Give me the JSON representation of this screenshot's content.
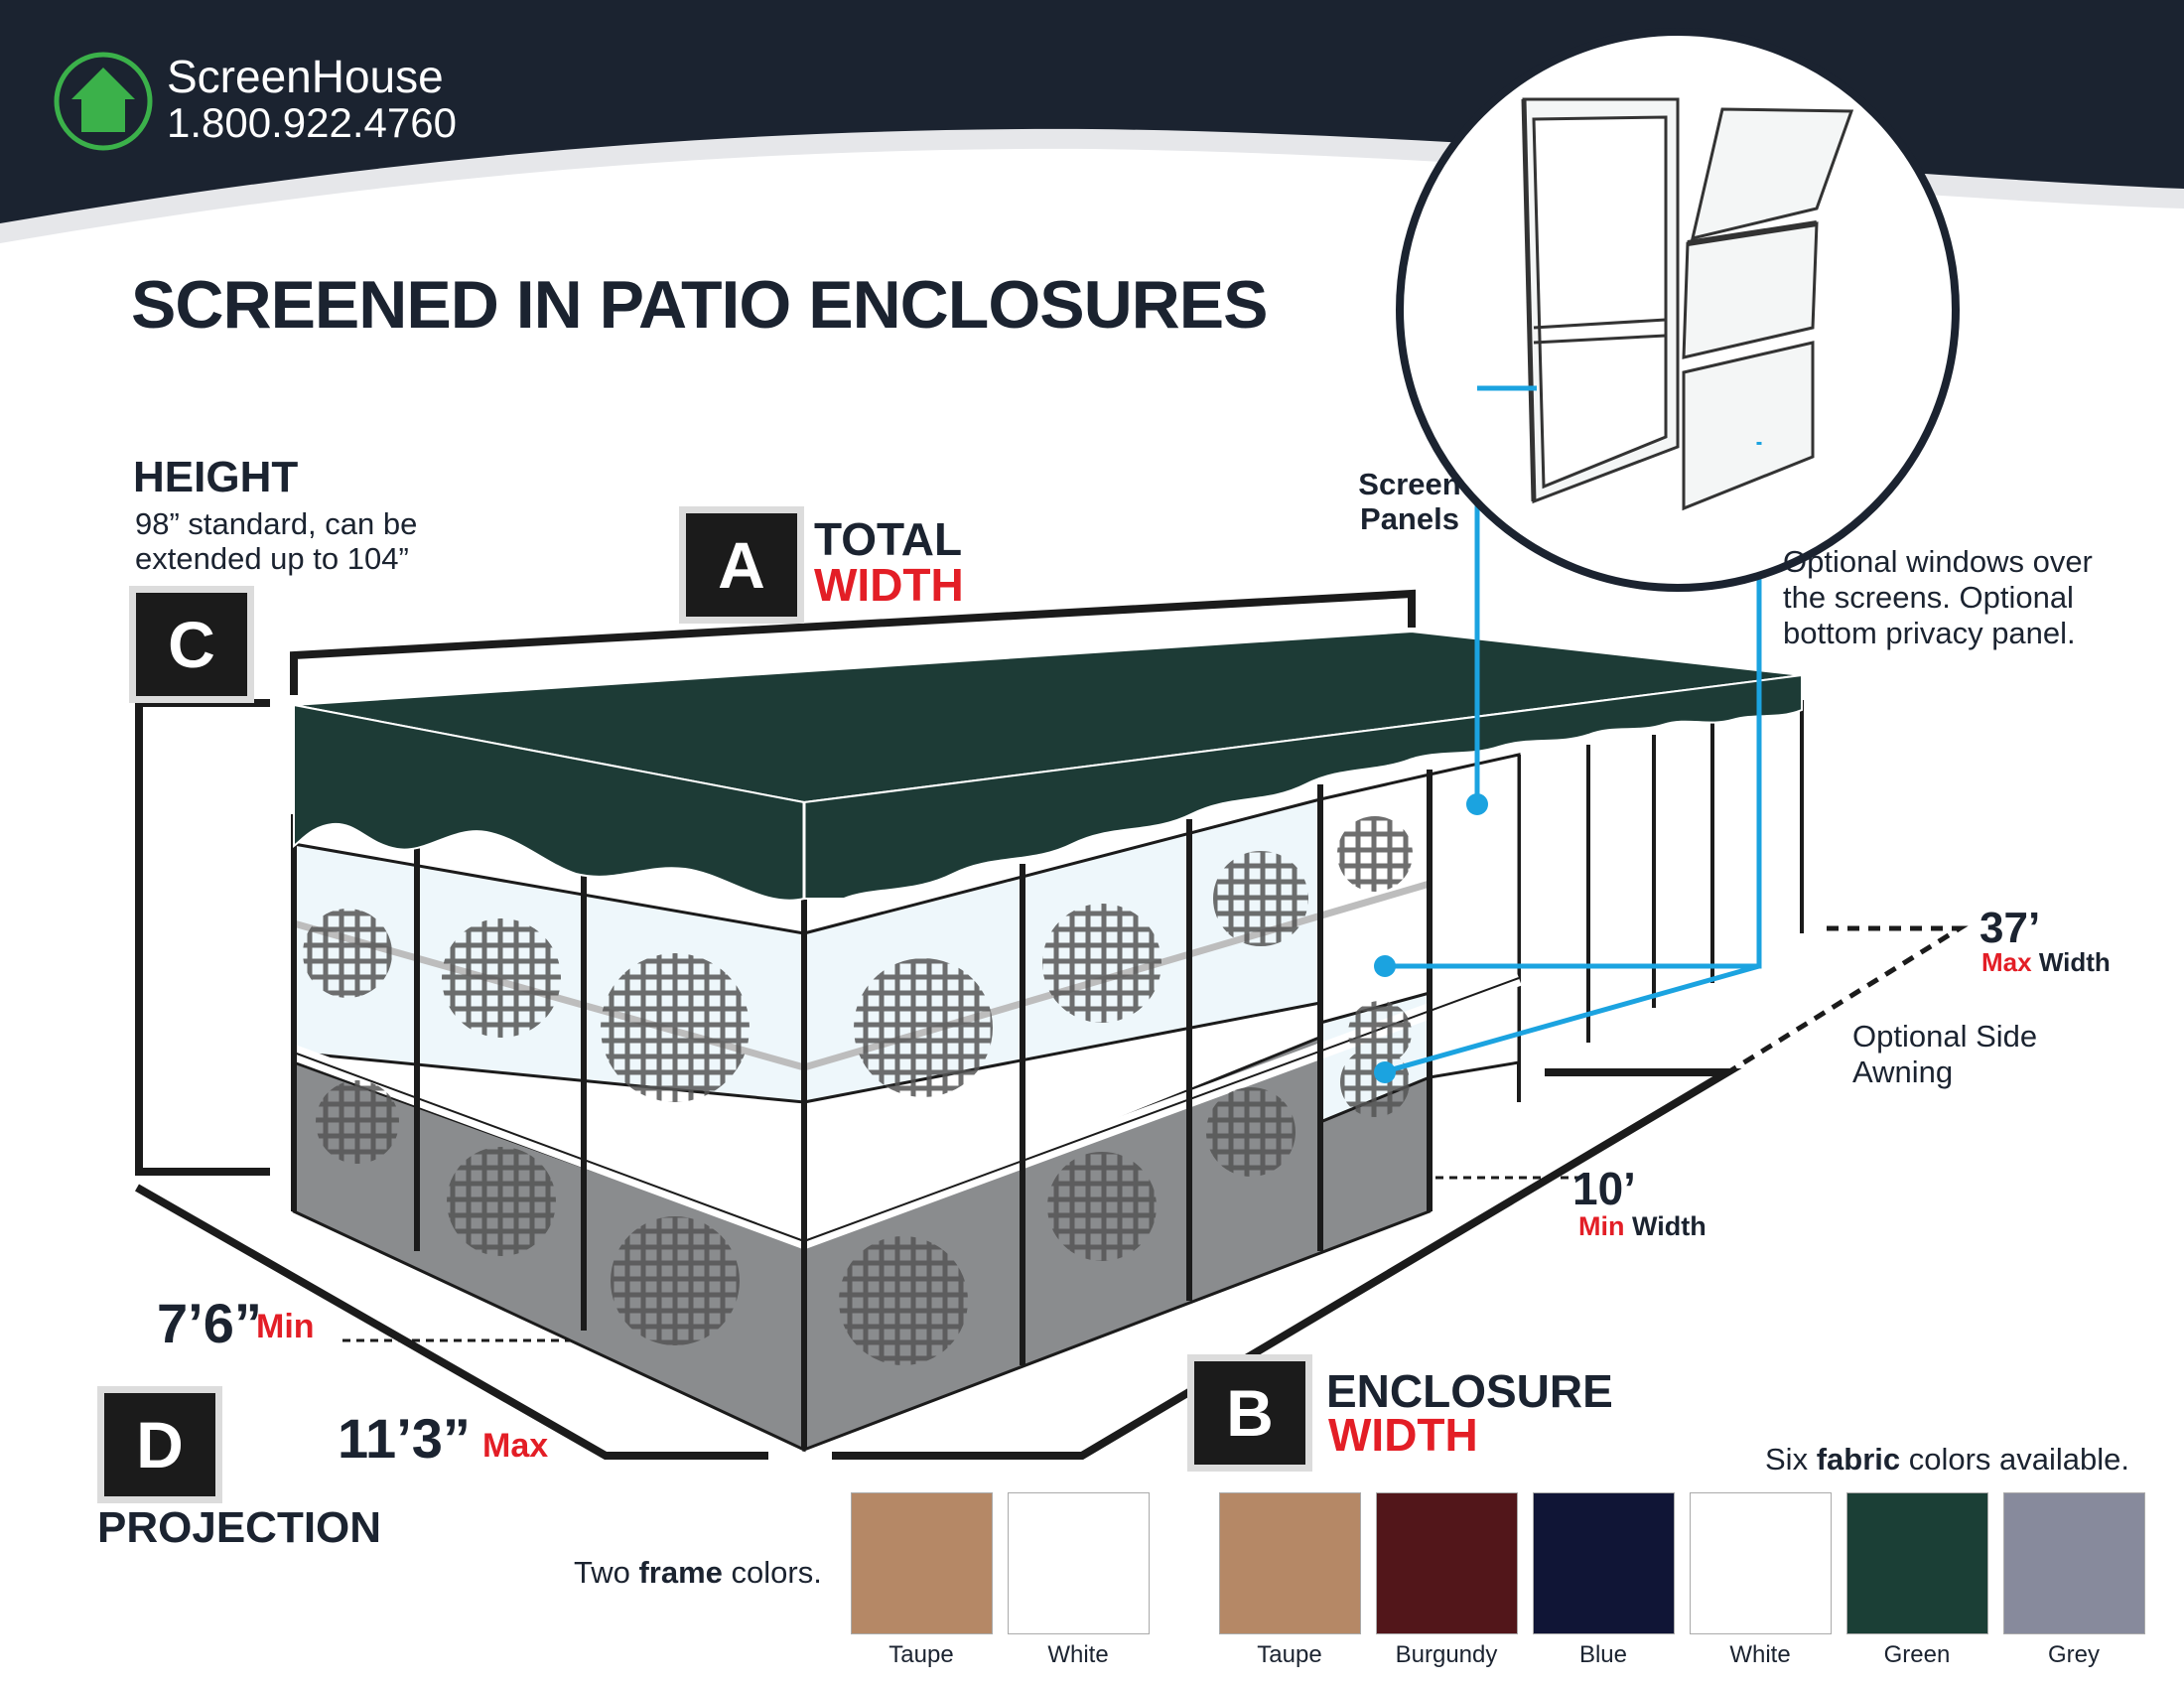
{
  "brand": {
    "name": "ScreenHouse",
    "phone": "1.800.922.4760"
  },
  "title": "SCREENED IN PATIO ENCLOSURES",
  "height": {
    "heading": "HEIGHT",
    "line1": "98” standard, can be",
    "line2": "extended up to 104”",
    "letter": "C"
  },
  "total_width": {
    "letter": "A",
    "line1": "TOTAL",
    "line2": "WIDTH"
  },
  "enclosure_width": {
    "letter": "B",
    "line1": "ENCLOSURE",
    "line2": "WIDTH"
  },
  "projection": {
    "letter": "D",
    "heading": "PROJECTION",
    "min_value": "7’6”",
    "min_label": "Min",
    "max_value": "11’3”",
    "max_label": "Max"
  },
  "screen_panels": {
    "line1": "Screen",
    "line2": "Panels"
  },
  "optional_windows": {
    "line1": "Optional windows over",
    "line2": "the screens. Optional",
    "line3": "bottom privacy panel."
  },
  "max_width": {
    "value": "37’",
    "red": "Max",
    "rest": "Width"
  },
  "min_width": {
    "value": "10’",
    "red": "Min",
    "rest": "Width"
  },
  "side_awning": {
    "line1": "Optional Side",
    "line2": "Awning"
  },
  "frame_colors": {
    "text_before": "Two ",
    "text_bold": "frame",
    "text_after": " colors.",
    "items": [
      {
        "name": "Taupe",
        "color": "#b58866"
      },
      {
        "name": "White",
        "color": "#ffffff"
      }
    ]
  },
  "fabric_colors": {
    "text_before": "Six ",
    "text_bold": "fabric",
    "text_after": " colors available.",
    "items": [
      {
        "name": "Taupe",
        "color": "#b58866"
      },
      {
        "name": "Burgundy",
        "color": "#52161a"
      },
      {
        "name": "Blue",
        "color": "#101536"
      },
      {
        "name": "White",
        "color": "#ffffff"
      },
      {
        "name": "Green",
        "color": "#1b3f36"
      },
      {
        "name": "Grey",
        "color": "#878a9c"
      }
    ]
  },
  "colors": {
    "navy": "#1b2330",
    "accent_red": "#e31e26",
    "callout_blue": "#1ba3e0",
    "awning_green": "#1d3b36",
    "logo_green": "#3bb14a"
  }
}
